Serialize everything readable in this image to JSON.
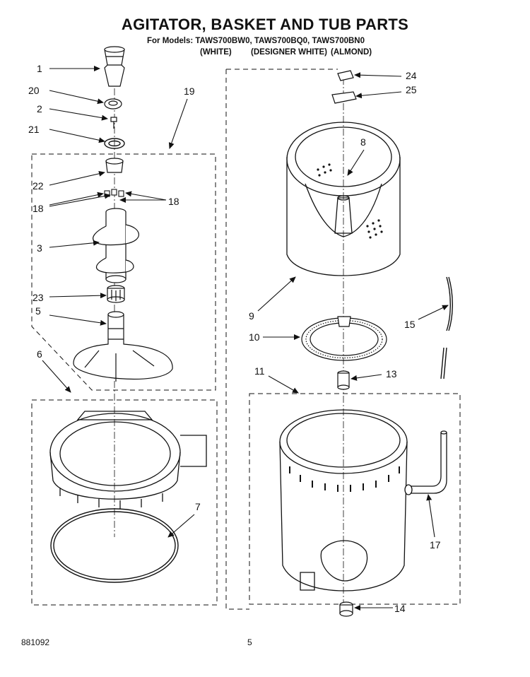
{
  "header": {
    "title": "AGITATOR, BASKET AND TUB PARTS",
    "models_line": "For Models: TAWS700BW0, TAWS700BQ0, TAWS700BN0",
    "variants": [
      "(WHITE)",
      "(DESIGNER WHITE)",
      "(ALMOND)"
    ]
  },
  "callouts": [
    "1",
    "20",
    "2",
    "21",
    "19",
    "22",
    "18",
    "18",
    "3",
    "23",
    "5",
    "6",
    "7",
    "24",
    "25",
    "8",
    "9",
    "10",
    "15",
    "11",
    "13",
    "17",
    "14"
  ],
  "footer": {
    "code": "881092",
    "page_number": "5"
  }
}
